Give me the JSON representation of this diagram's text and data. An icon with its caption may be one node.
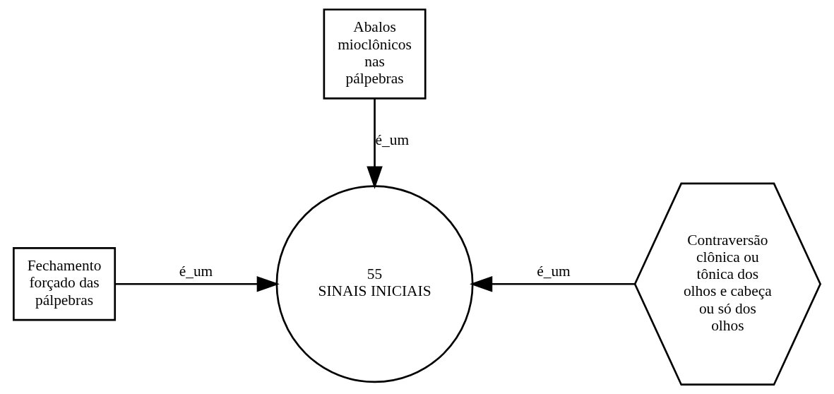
{
  "diagram": {
    "nodes": [
      {
        "text": [
          "Abalos mioclônicos nas pálpebras"
        ]
      },
      {
        "text": [
          "Fechamento forçado das pálpebras"
        ]
      },
      {
        "text": [
          "55",
          "SINAIS INICIAIS"
        ]
      },
      {
        "text": [
          "Contraversão clônica ou tônica dos olhos e cabeça ou só dos olhos"
        ]
      }
    ],
    "edges": [
      {
        "from": 0,
        "to": 2,
        "arrow": "to",
        "label": "é_um"
      },
      {
        "from": 1,
        "to": 2,
        "arrow": "to",
        "label": "é_um"
      },
      {
        "from": 3,
        "to": 2,
        "arrow": "to",
        "label": "é_um"
      }
    ]
  }
}
